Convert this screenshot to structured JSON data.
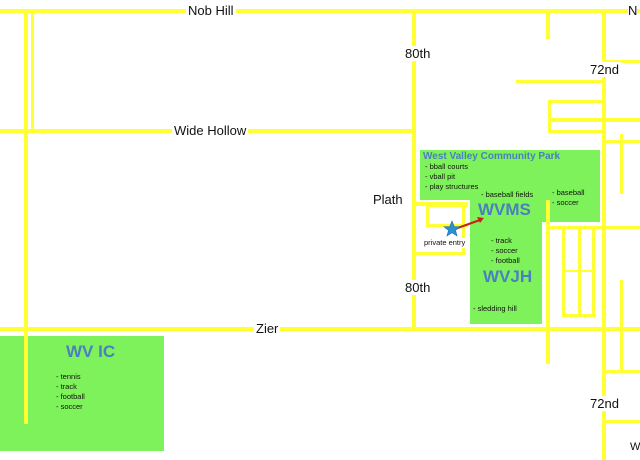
{
  "roads": {
    "nob_hill": "Nob Hill",
    "ne_partial": "N",
    "wide_hollow": "Wide Hollow",
    "eightieth_north": "80th",
    "eightieth_south": "80th",
    "seventy_second_north": "72nd",
    "seventy_second_south": "72nd",
    "plath": "Plath",
    "zier": "Zier",
    "se_partial": "W"
  },
  "park": {
    "name": "West Valley Community Park",
    "features": [
      "bball courts",
      "vball pit",
      "play structures"
    ]
  },
  "wvms": {
    "name": "WVMS",
    "features": [
      "baseball fields"
    ],
    "east_features": [
      "baseball",
      "soccer"
    ]
  },
  "wvjh": {
    "name": "WVJH",
    "features": [
      "track",
      "soccer",
      "football"
    ],
    "extra": [
      "sledding hill"
    ]
  },
  "wvic": {
    "name": "WV IC",
    "features": [
      "tennis",
      "track",
      "football",
      "soccer"
    ]
  },
  "entry": {
    "label": "private entry"
  },
  "colors": {
    "road": "#ffff33",
    "school_area": "#7ef25a",
    "title_text": "#4a7fc0",
    "arrow": "#cc1f1f",
    "star": "#2a8fd4"
  }
}
